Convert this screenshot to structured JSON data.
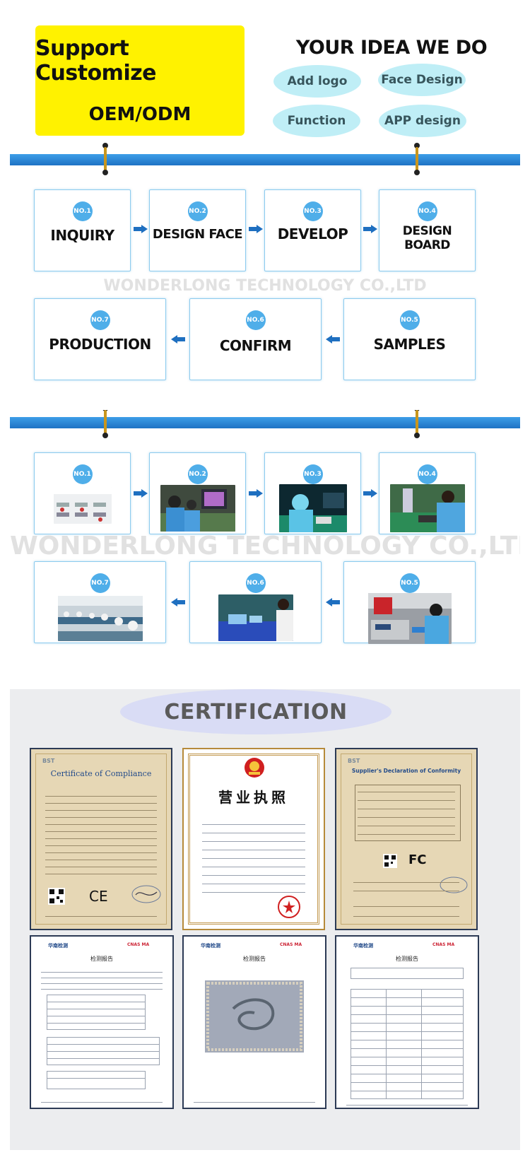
{
  "customize": {
    "title": "Support Customize",
    "subtitle": "OEM/ODM",
    "idea_title": "YOUR IDEA WE DO",
    "options": [
      "Add logo",
      "Face Design",
      "Function",
      "APP design"
    ]
  },
  "process": {
    "steps": [
      {
        "no": "NO.1",
        "label": "INQUIRY"
      },
      {
        "no": "NO.2",
        "label": "DESIGN FACE"
      },
      {
        "no": "NO.3",
        "label": "DEVELOP"
      },
      {
        "no": "NO.4",
        "label": "DESIGN BOARD"
      },
      {
        "no": "NO.5",
        "label": "SAMPLES"
      },
      {
        "no": "NO.6",
        "label": "CONFIRM"
      },
      {
        "no": "NO.7",
        "label": "PRODUCTION"
      }
    ],
    "watermark": "WONDERLONG TECHNOLOGY CO.,LTD"
  },
  "photos": {
    "steps": [
      {
        "no": "NO.1"
      },
      {
        "no": "NO.2"
      },
      {
        "no": "NO.3"
      },
      {
        "no": "NO.4"
      },
      {
        "no": "NO.5"
      },
      {
        "no": "NO.6"
      },
      {
        "no": "NO.7"
      }
    ],
    "watermark": "WONDERLONG TECHNOLOGY CO.,LTD"
  },
  "certification": {
    "title": "CERTIFICATION",
    "certs": [
      {
        "title": "Certificate of Compliance",
        "brand": "BST",
        "mark": "CE"
      },
      {
        "title": "营业执照"
      },
      {
        "title": "Supplier's Declaration of Conformity",
        "brand": "BST",
        "mark": "FC"
      },
      {
        "title": "检测报告",
        "brand": "华南检测"
      },
      {
        "title": "检测报告",
        "brand": "华南检测"
      },
      {
        "title": "检测报告",
        "brand": "华南检测"
      }
    ]
  },
  "colors": {
    "accent_blue": "#1e72c4",
    "badge_blue": "#4faee9",
    "yellow": "#fff200",
    "pill_cyan": "#bfeef6"
  }
}
